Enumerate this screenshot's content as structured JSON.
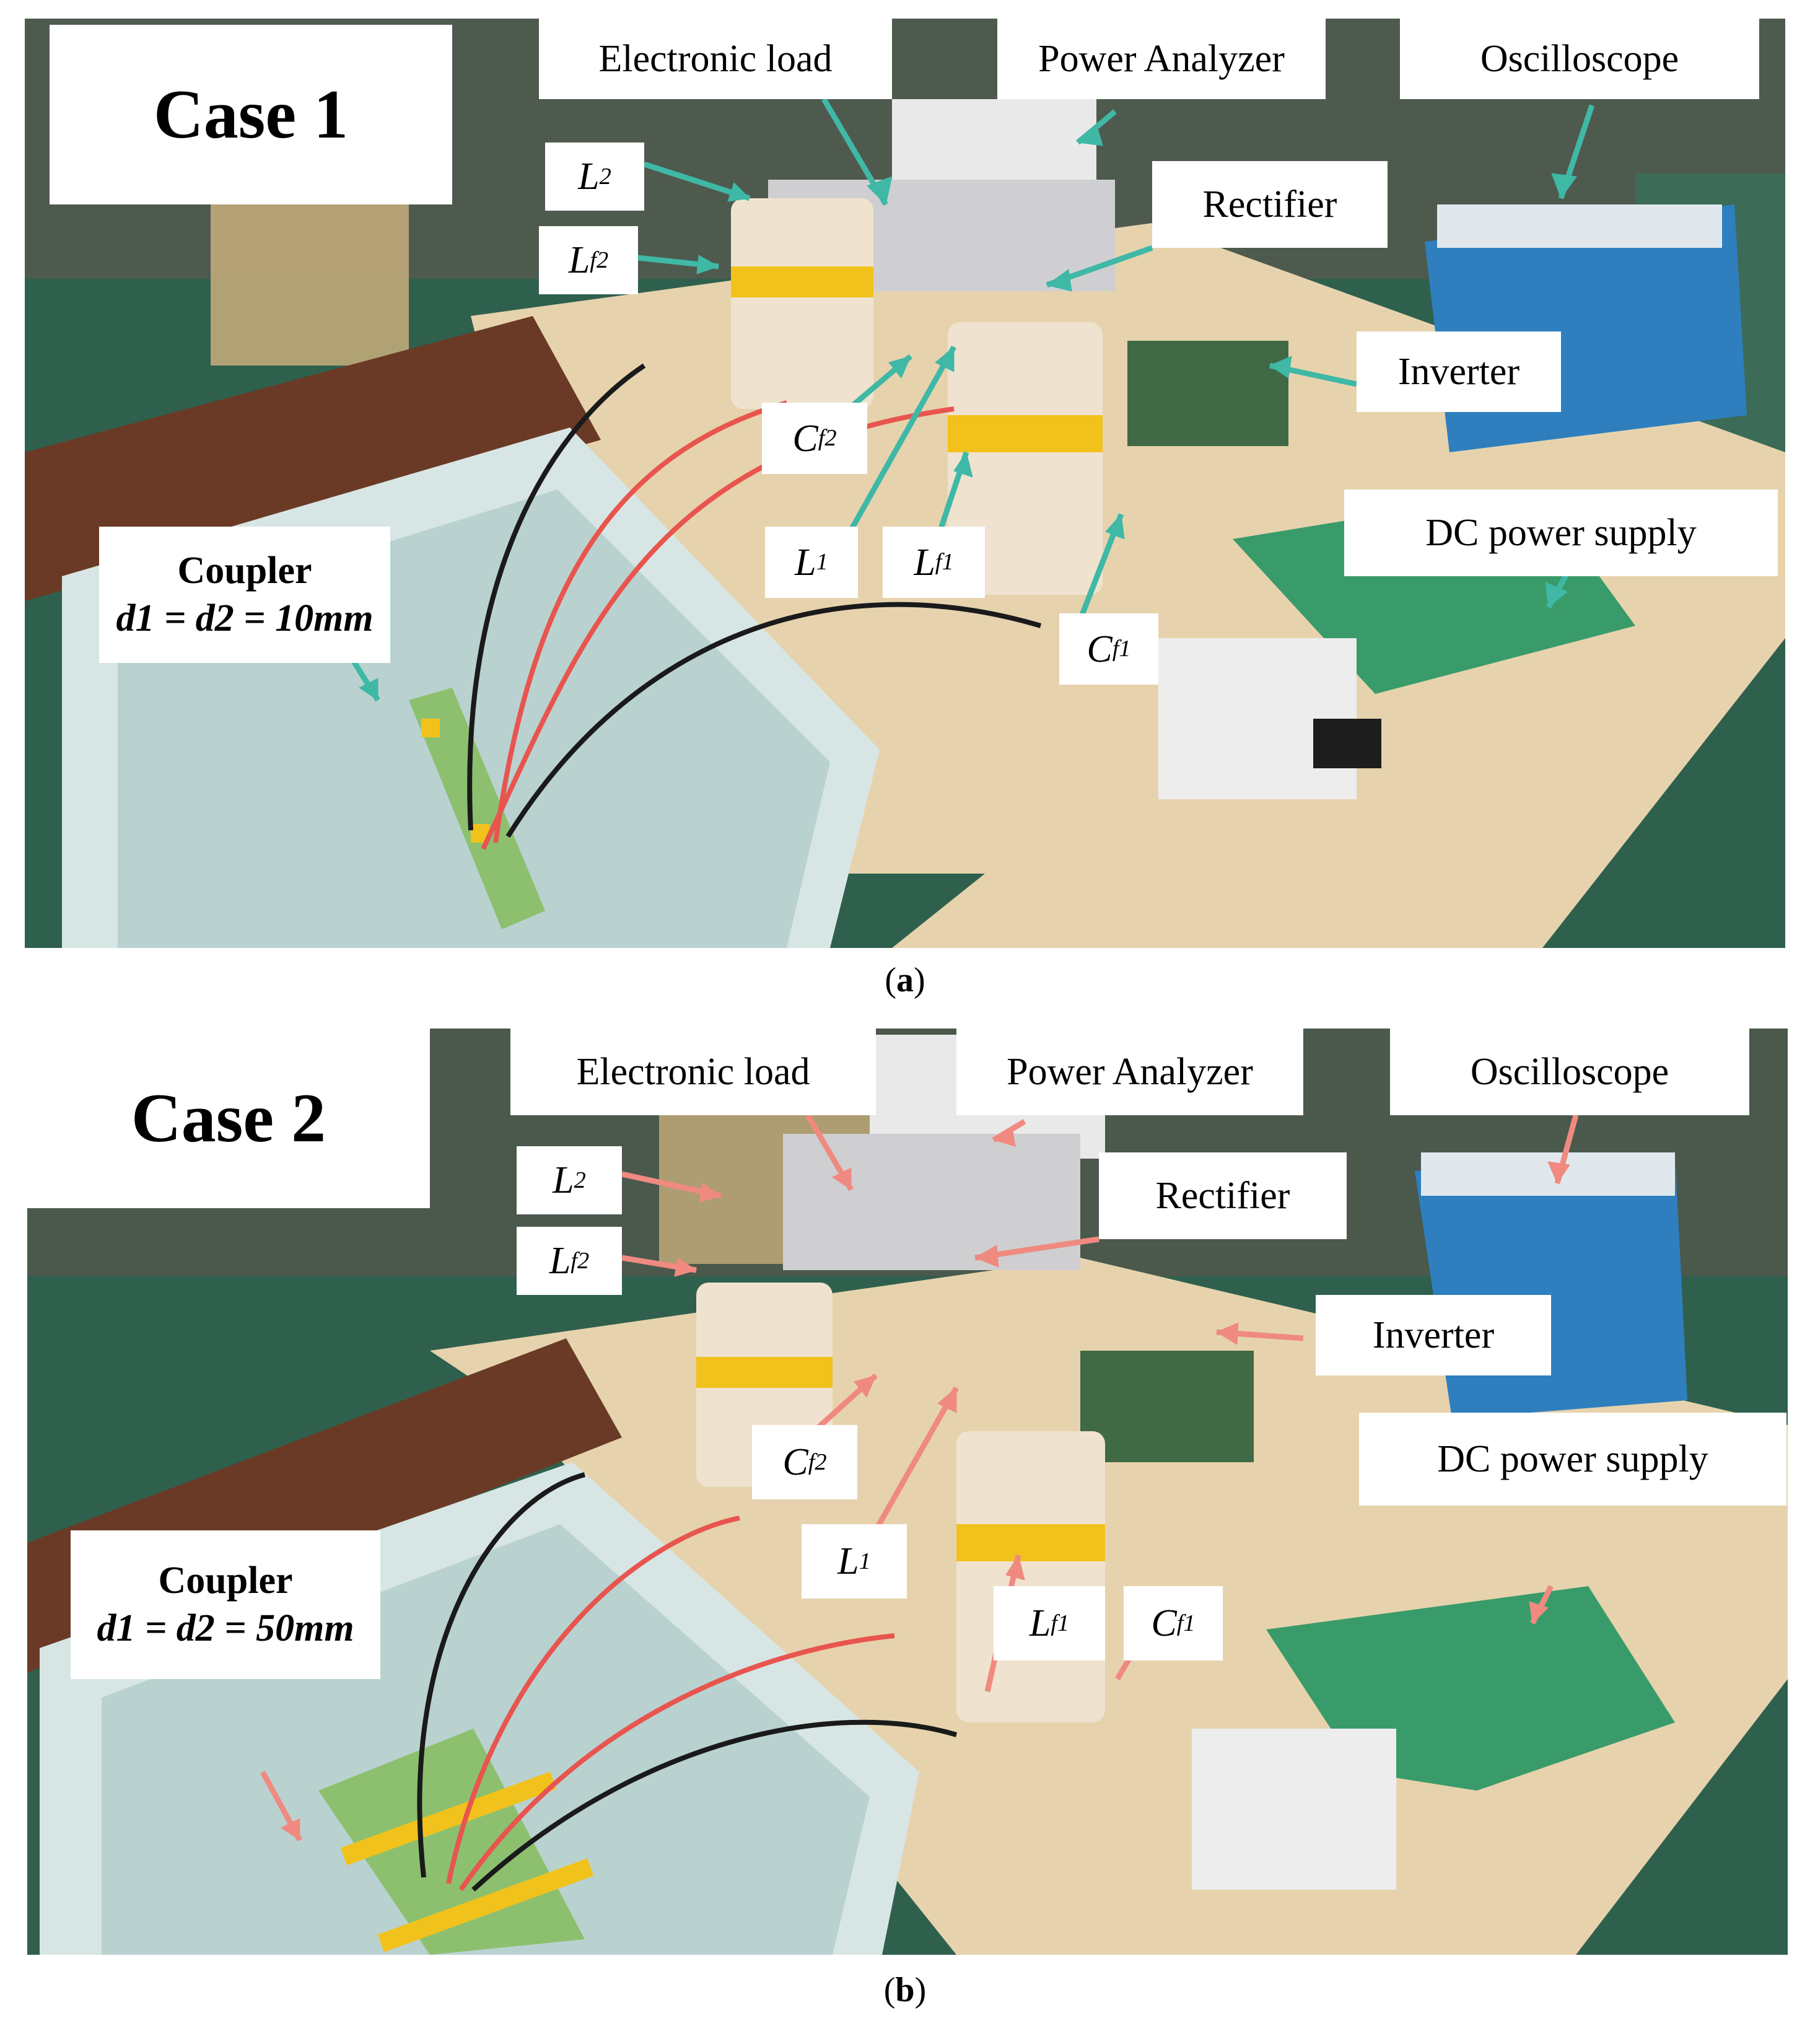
{
  "figure": {
    "panel_a": {
      "caption_letter": "a",
      "case_label": "Case 1",
      "labels": {
        "electronic_load": "Electronic load",
        "power_analyzer": "Power Analyzer",
        "oscilloscope": "Oscilloscope",
        "rectifier": "Rectifier",
        "inverter": "Inverter",
        "dc_power_supply": "DC power supply",
        "L2": "L2",
        "Lf2": "Lf2",
        "Cf2": "Cf2",
        "L1": "L1",
        "Lf1": "Lf1",
        "Cf1": "Cf1",
        "coupler_title": "Coupler",
        "coupler_distance": "d1 = d2 = 10mm"
      },
      "arrow_color": "#3fb8a6"
    },
    "panel_b": {
      "caption_letter": "b",
      "case_label": "Case 2",
      "labels": {
        "electronic_load": "Electronic load",
        "power_analyzer": "Power Analyzer",
        "oscilloscope": "Oscilloscope",
        "rectifier": "Rectifier",
        "inverter": "Inverter",
        "dc_power_supply": "DC power supply",
        "L2": "L2",
        "Lf2": "Lf2",
        "Cf2": "Cf2",
        "L1": "L1",
        "Lf1": "Lf1",
        "Cf1": "Cf1",
        "coupler_title": "Coupler",
        "coupler_distance": "d1 = d2 = 50mm"
      },
      "arrow_color": "#f08a80"
    }
  },
  "colors": {
    "floor": "#2e5f4c",
    "table": "#e6d3ad",
    "tank_water": "#c8dbd9",
    "shelf": "#6a3a26",
    "oscilloscope": "#2f7fbf",
    "cable_red": "#e8554f",
    "cable_black": "#1a1a1a",
    "coil_tape": "#f2c21c",
    "pcb_green": "#3a9b6a"
  }
}
